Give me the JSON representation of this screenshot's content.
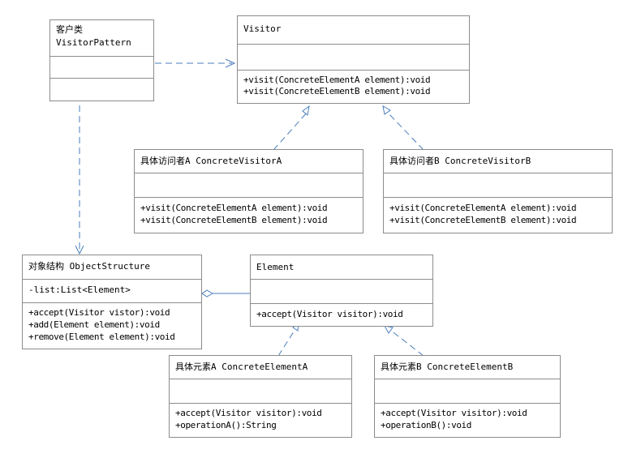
{
  "diagram": {
    "classes": {
      "client": {
        "name_line1": "客户类",
        "name_line2": "VisitorPattern",
        "attributes": [],
        "methods": []
      },
      "visitor": {
        "name": "Visitor",
        "attributes": [],
        "methods": [
          "+visit(ConcreteElementA element):void",
          "+visit(ConcreteElementB element):void"
        ]
      },
      "visitor_a": {
        "name": "具体访问者A ConcreteVisitorA",
        "attributes": [],
        "methods": [
          "+visit(ConcreteElementA element):void",
          "+visit(ConcreteElementB element):void"
        ]
      },
      "visitor_b": {
        "name": "具体访问者B ConcreteVisitorB",
        "attributes": [],
        "methods": [
          "+visit(ConcreteElementA element):void",
          "+visit(ConcreteElementB element):void"
        ]
      },
      "object_structure": {
        "name": "对象结构 ObjectStructure",
        "attributes": [
          "-list:List<Element>"
        ],
        "methods": [
          "+accept(Visitor vistor):void",
          "+add(Element element):void",
          "+remove(Element element):void"
        ]
      },
      "element": {
        "name": "Element",
        "attributes": [],
        "methods": [
          "+accept(Visitor visitor):void"
        ]
      },
      "element_a": {
        "name": "具体元素A ConcreteElementA",
        "attributes": [],
        "methods": [
          "+accept(Visitor visitor):void",
          "+operationA():String"
        ]
      },
      "element_b": {
        "name": "具体元素B ConcreteElementB",
        "attributes": [],
        "methods": [
          "+accept(Visitor visitor):void",
          "+operationB():void"
        ]
      }
    },
    "relations": [
      {
        "from": "client",
        "to": "visitor",
        "kind": "dependency"
      },
      {
        "from": "client",
        "to": "object_structure",
        "kind": "dependency"
      },
      {
        "from": "visitor_a",
        "to": "visitor",
        "kind": "realization"
      },
      {
        "from": "visitor_b",
        "to": "visitor",
        "kind": "realization"
      },
      {
        "from": "element",
        "to": "object_structure",
        "kind": "aggregation"
      },
      {
        "from": "element_a",
        "to": "element",
        "kind": "realization"
      },
      {
        "from": "element_b",
        "to": "element",
        "kind": "realization"
      }
    ],
    "colors": {
      "line": "#4a7ebb",
      "border": "#8c8c8c",
      "background": "#ffffff"
    }
  }
}
